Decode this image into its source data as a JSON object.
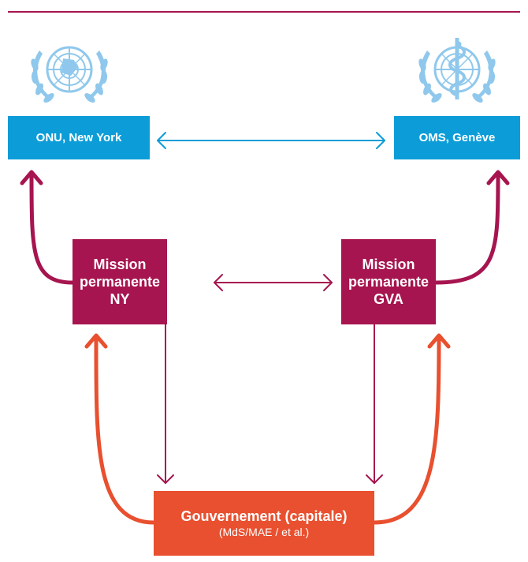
{
  "nodes": {
    "un": {
      "label": "ONU, New York",
      "emblem": "un-emblem-icon"
    },
    "who": {
      "label": "OMS, Genève",
      "emblem": "who-emblem-icon"
    },
    "mission_ny": {
      "line1": "Mission",
      "line2": "permanente",
      "line3": "NY"
    },
    "mission_gva": {
      "line1": "Mission",
      "line2": "permanente",
      "line3": "GVA"
    },
    "government": {
      "title": "Gouvernement (capitale)",
      "subtitle": "(MdS/MAE / et al.)"
    }
  },
  "colors": {
    "un_blue": "#0c9dd8",
    "mission_purple": "#a6154f",
    "government_orange": "#e8502f",
    "rule": "#a6154f"
  }
}
